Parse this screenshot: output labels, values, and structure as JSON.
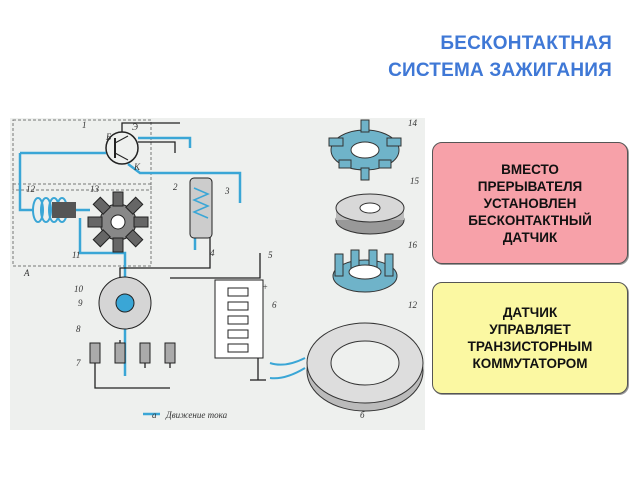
{
  "title": {
    "line1": "БЕСКОНТАКТНАЯ",
    "line2": "СИСТЕМА ЗАЖИГАНИЯ"
  },
  "callouts": [
    {
      "lines": [
        "ВМЕСТО",
        "ПРЕРЫВАТЕЛЯ",
        "УСТАНОВЛЕН",
        "БЕСКОНТАКТНЫЙ",
        "ДАТЧИК"
      ],
      "color": "#f7a1a9"
    },
    {
      "lines": [
        "ДАТЧИК",
        "УПРАВЛЯЕТ",
        "ТРАНЗИСТОРНЫМ",
        "КОММУТАТОРОМ"
      ],
      "color": "#fbf8a2"
    }
  ],
  "figure": {
    "numbers": [
      "1",
      "2",
      "3",
      "4",
      "5",
      "6",
      "7",
      "8",
      "9",
      "10",
      "11",
      "12",
      "13",
      "14",
      "15",
      "16",
      "12"
    ],
    "letters": [
      "Б",
      "Э",
      "К",
      "А",
      "а",
      "б"
    ],
    "plus_sign": "+",
    "legend": "Движение тока",
    "colors": {
      "current": "#3aa6d6",
      "wire": "#222222",
      "accent": "#3f78d6"
    }
  }
}
